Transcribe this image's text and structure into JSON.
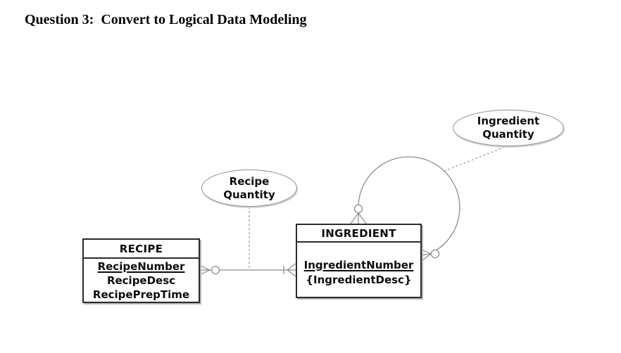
{
  "title": "Question 3:  Convert to Logical Data Modeling",
  "diagram": {
    "entities": [
      {
        "name": "RECIPE",
        "attributes": [
          {
            "text": "RecipeNumber",
            "underlined": true,
            "primary_key": true
          },
          {
            "text": "RecipeDesc",
            "underlined": false
          },
          {
            "text": "RecipePrepTime",
            "underlined": false
          }
        ]
      },
      {
        "name": "INGREDIENT",
        "attributes": [
          {
            "text": "IngredientNumber",
            "underlined": true,
            "primary_key": true
          },
          {
            "text": "{IngredientDesc}",
            "underlined": false
          }
        ]
      }
    ],
    "relationship_attributes": [
      {
        "lines": [
          "Recipe",
          "Quantity"
        ],
        "attached_to": "RECIPE-INGREDIENT relationship",
        "link_style": "dashed"
      },
      {
        "lines": [
          "Ingredient",
          "Quantity"
        ],
        "attached_to": "INGREDIENT recursive relationship",
        "link_style": "dashed"
      }
    ],
    "relationships": [
      {
        "from": "RECIPE",
        "to": "INGREDIENT",
        "type": "binary",
        "recipe_end": "zero-or-many (crow's foot with circle)",
        "ingredient_end": "one-or-many (crow's foot with bar)"
      },
      {
        "from": "INGREDIENT",
        "to": "INGREDIENT",
        "type": "recursive loop",
        "top_end": "zero-or-many (crow's foot with circle)",
        "right_end": "zero-or-many (crow's foot with circle)"
      }
    ],
    "colors": {
      "connector": "#8c8c8c",
      "box_border": "#2b2b2b",
      "text": "#0d0d0d",
      "shadow": "#b5b5b5",
      "background": "#ffffff"
    }
  }
}
